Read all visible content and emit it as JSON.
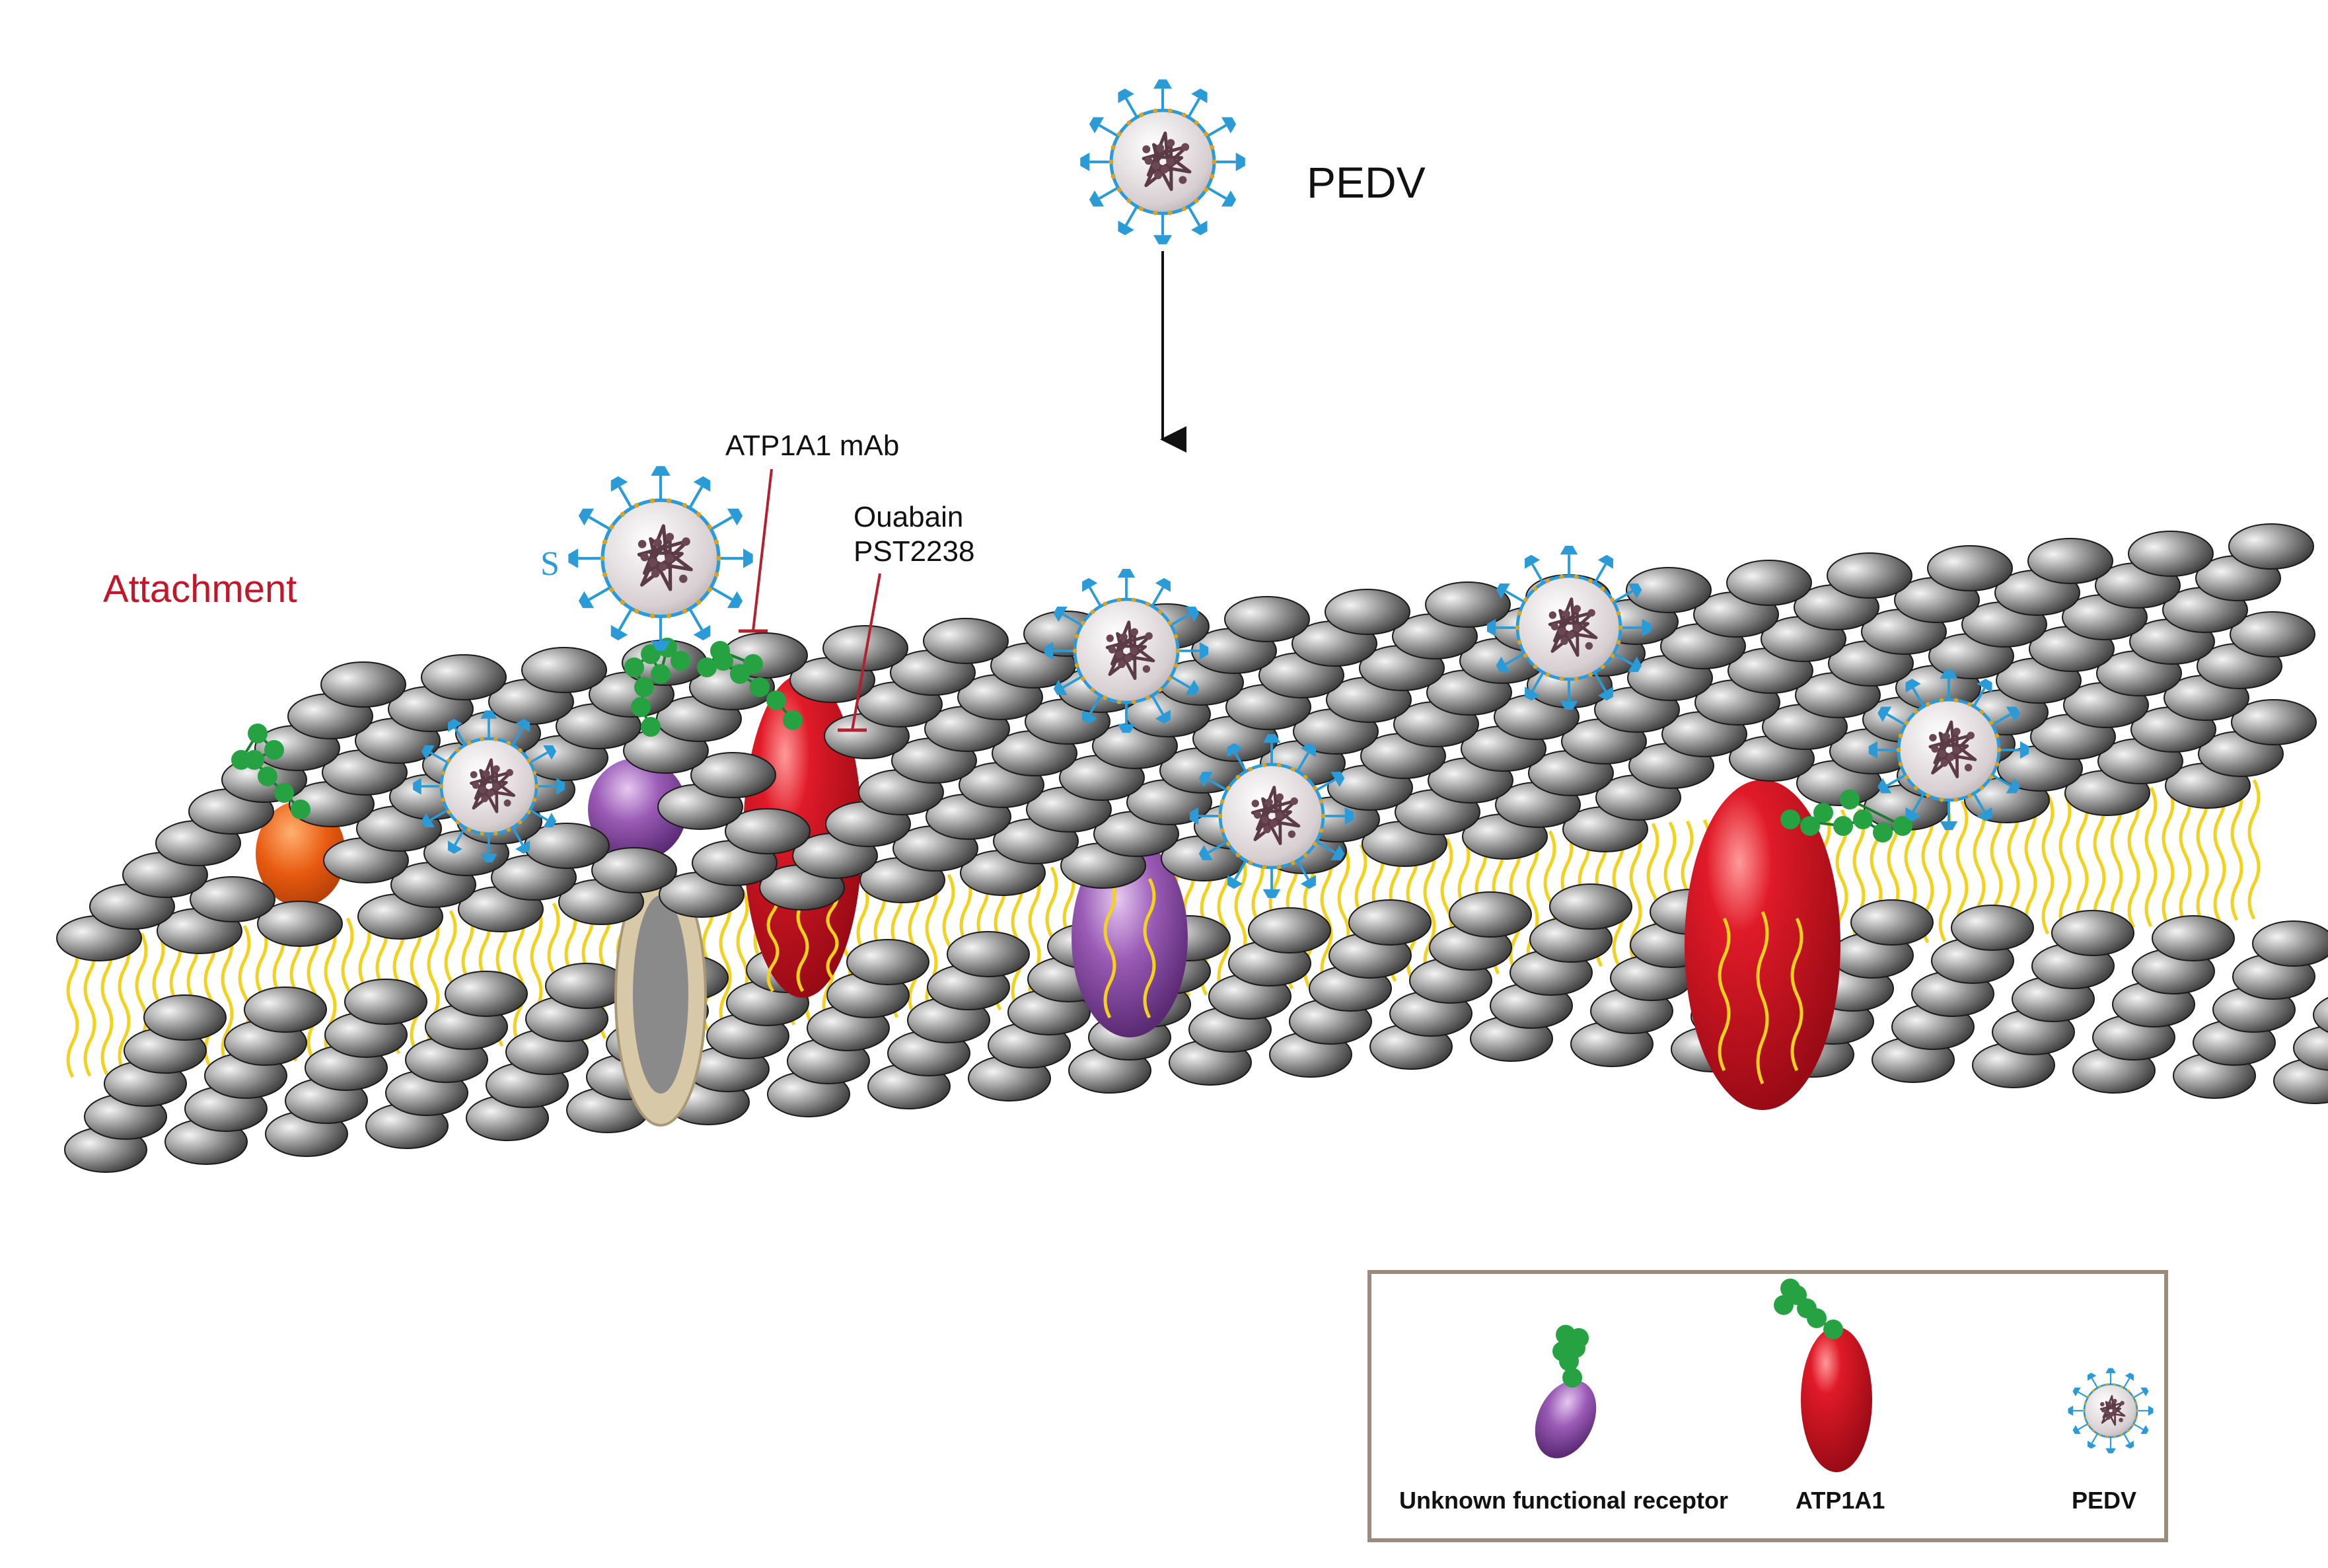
{
  "labels": {
    "virus": "PEDV",
    "stage": "Attachment",
    "antibody": "ATP1A1 mAb",
    "inhibitor_1": "Ouabain",
    "inhibitor_2": "PST2238",
    "spike": "S"
  },
  "legend": {
    "receptor": "Unknown functional receptor",
    "atp1a1": "ATP1A1",
    "virus": "PEDV"
  },
  "colors": {
    "lipid_head": "#6e6e6e",
    "lipid_tail": "#f2d21c",
    "atp1a1": "#c8101e",
    "receptor": "#7c3f99",
    "other_protein": "#e05a12",
    "glycan": "#27a243",
    "spike": "#2a9bd6",
    "inhibition_line": "#b3212f",
    "channel": "#d7c9a8"
  }
}
